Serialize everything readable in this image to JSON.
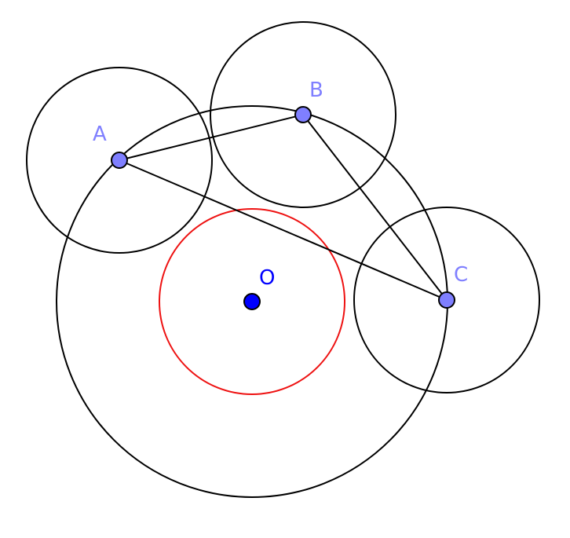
{
  "colors": {
    "background": "#ffffff",
    "line": "#000000",
    "inner_circle": "#ee1111",
    "vertex_fill": "#7f7fff",
    "center_fill": "#0000ff",
    "vertex_label": "#7f7fff",
    "center_label": "#0000ff"
  },
  "points": {
    "A": {
      "label": "A"
    },
    "B": {
      "label": "B"
    },
    "C": {
      "label": "C"
    },
    "O": {
      "label": "O"
    }
  }
}
